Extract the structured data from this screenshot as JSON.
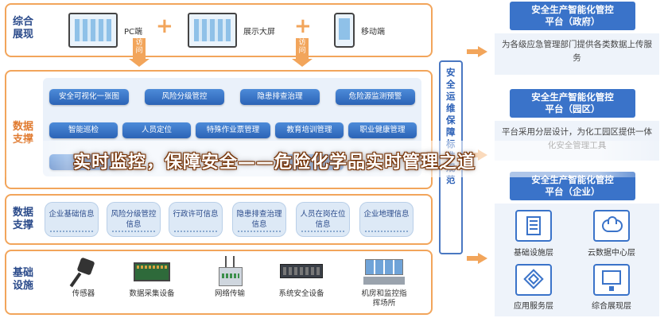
{
  "banner_title": "实时监控，保障安全——危险化学品实时管理之道",
  "layers": {
    "display": {
      "label": "综合展现",
      "devices": [
        "PC端",
        "展示大屏",
        "移动端"
      ]
    },
    "visit": {
      "arrow_label": "访问"
    },
    "app": {
      "label": "数据支撑",
      "tiles_row1": [
        "安全可视化一张图",
        "风险分级管控",
        "隐患排查治理",
        "危险源监测预警"
      ],
      "tiles_row2": [
        "智能巡检",
        "人员定位",
        "特殊作业票管理",
        "教育培训管理",
        "职业健康管理"
      ]
    },
    "data": {
      "label": "数据支撑",
      "items": [
        "企业基础信息",
        "风险分级管控信息",
        "行政许可信息",
        "隐患排查治理信息",
        "人员在岗在位信息",
        "企业地理信息"
      ]
    },
    "infra": {
      "label": "基础设施",
      "items": [
        "传感器",
        "数据采集设备",
        "网络传输",
        "系统安全设备",
        "机房和监控指挥场所"
      ]
    }
  },
  "vertical_bar": {
    "text": "安全运维保障标准规范"
  },
  "platforms": [
    {
      "title_line1": "安全生产智能化管控",
      "title_line2": "平台（政府）",
      "desc": "为各级应急管理部门提供各类数据上传服务"
    },
    {
      "title_line1": "安全生产智能化管控",
      "title_line2": "平台（园区）",
      "desc": "平台采用分层设计，为化工园区提供一体化安全管理工具"
    },
    {
      "title_line1": "安全生产智能化管控",
      "title_line2": "平台（企业）",
      "icons": [
        {
          "icon": "building-icon",
          "label": "基础设施层"
        },
        {
          "icon": "cloud-icon",
          "label": "云数据中心层"
        },
        {
          "icon": "layers-icon",
          "label": "应用服务层"
        },
        {
          "icon": "monitor-icon",
          "label": "综合展现层"
        }
      ]
    }
  ],
  "colors": {
    "accent_orange": "#f2a55b",
    "primary_blue": "#3a73c9",
    "tile_blue": "#2b63b6"
  }
}
